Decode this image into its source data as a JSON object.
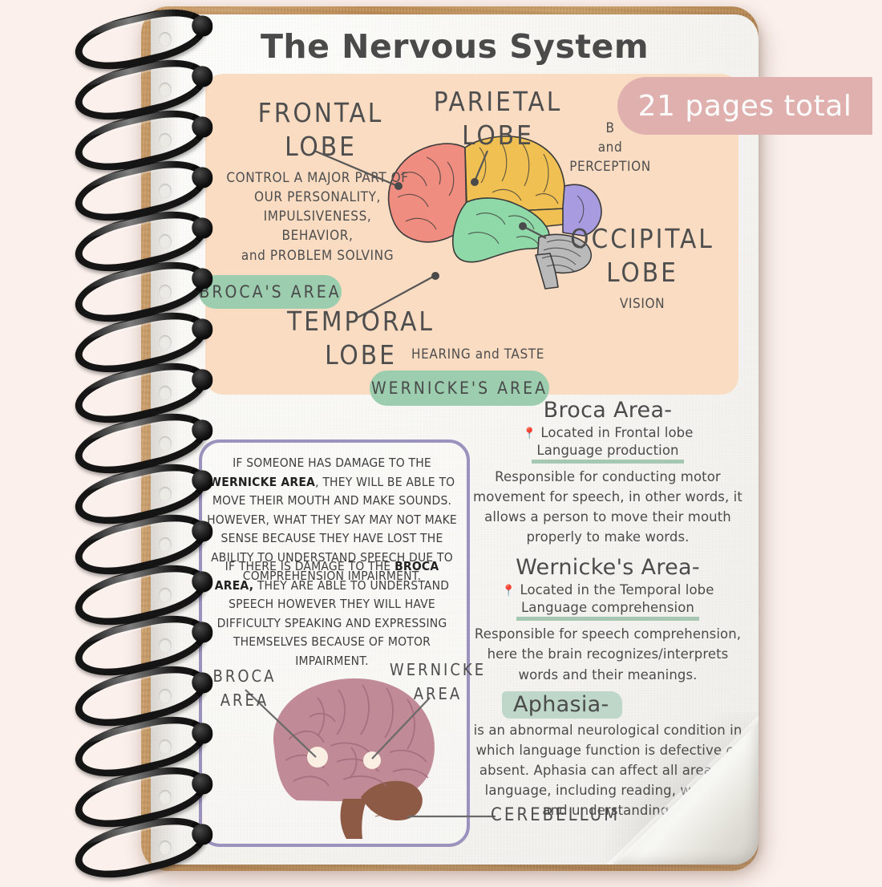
{
  "page": {
    "title": "The Nervous System"
  },
  "badge": {
    "text": "21 pages total",
    "color": "#e0b0ae"
  },
  "brain_diagram": {
    "panel_color": "#fadcc3",
    "lobes": [
      {
        "name": "FRONTAL LOBE",
        "line1": "FRONTAL",
        "line2": "LOBE",
        "color": "#ef8d80",
        "description": "CONTROL A MAJOR PART OF\nOUR PERSONALITY,\nIMPULSIVENESS,\nBEHAVIOR,\nand PROBLEM SOLVING"
      },
      {
        "name": "PARIETAL LOBE",
        "line1": "PARIETAL",
        "line2": "LOBE",
        "color": "#f0c152",
        "description": "B\nand\nPERCEPTION"
      },
      {
        "name": "OCCIPITAL LOBE",
        "line1": "OCCIPITAL",
        "line2": "LOBE",
        "color": "#a99be0",
        "description": "VISION"
      },
      {
        "name": "TEMPORAL LOBE",
        "line1": "TEMPORAL",
        "line2": "LOBE",
        "color": "#8fd8a8",
        "description": "HEARING and TASTE"
      },
      {
        "name": "CEREBELLUM",
        "line1": "",
        "line2": "",
        "color": "#aaaaaa",
        "description": ""
      }
    ],
    "pills": [
      {
        "label": "BROCA'S AREA",
        "color": "#9bcdae"
      },
      {
        "label": "WERNICKE'S AREA",
        "color": "#9bcdae"
      }
    ]
  },
  "damage_box": {
    "border_color": "#9b92bd",
    "paragraph1_pre": "IF SOMEONE HAS DAMAGE TO THE ",
    "paragraph1_bold": "WERNICKE AREA",
    "paragraph1_post": ", THEY WILL BE ABLE TO MOVE THEIR MOUTH AND MAKE SOUNDS. HOWEVER, WHAT THEY SAY MAY NOT MAKE SENSE BECAUSE THEY HAVE LOST THE ABILITY TO UNDERSTAND SPEECH DUE TO COMPREHENSION IMPAIRMENT.",
    "paragraph2_pre": "IF THERE IS DAMAGE TO THE ",
    "paragraph2_bold": "BROCA AREA,",
    "paragraph2_post": " THEY ARE ABLE TO UNDERSTAND SPEECH HOWEVER THEY WILL HAVE DIFFICULTY SPEAKING AND EXPRESSING THEMSELVES BECAUSE OF MOTOR IMPAIRMENT.",
    "labels": {
      "broca_l1": "BROCA",
      "broca_l2": "AREA",
      "wernicke_l1": "WERNICKE",
      "wernicke_l2": "AREA"
    }
  },
  "cerebellum_label": "CEREBELLUM",
  "notes": [
    {
      "heading": "Broca Area-",
      "location": "Located in Frontal lobe",
      "function": "Language production",
      "body": "Responsible for conducting motor movement for speech, in other words, it allows a person to move their mouth properly to make words.",
      "accent": "#a6c7b2"
    },
    {
      "heading": "Wernicke's Area-",
      "location": "Located in the Temporal lobe",
      "function": "Language comprehension",
      "body": "Responsible for speech comprehension, here the brain recognizes/interprets words and their meanings.",
      "accent": "#a6c7b2"
    },
    {
      "heading": "Aphasia-",
      "location": "",
      "function": "",
      "body": "is an abnormal neurological condition in which language function is defective or absent. Aphasia can affect all areas of language, including reading, writing, and understanding.",
      "accent": "#bed7c8"
    }
  ],
  "colors": {
    "background": "#fbf0ec",
    "cover": "#c5985f",
    "paper": "#f6f5f1",
    "ink": "#4a4a4a",
    "purple": "#9b92bd",
    "green": "#9bcdae",
    "pink_brain": "#c08b96",
    "cerebellum_brown": "#8d5a45"
  }
}
